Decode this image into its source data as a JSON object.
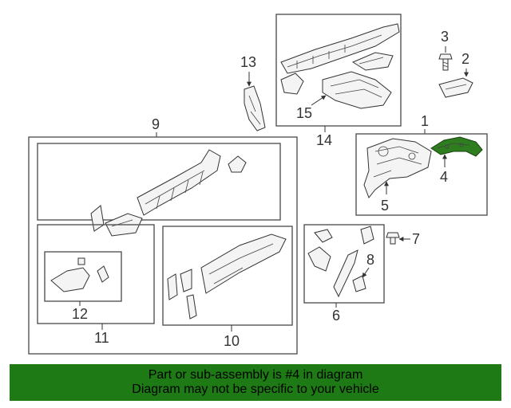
{
  "callouts": {
    "n1": "1",
    "n2": "2",
    "n3": "3",
    "n4": "4",
    "n5": "5",
    "n6": "6",
    "n7": "7",
    "n8": "8",
    "n9": "9",
    "n10": "10",
    "n11": "11",
    "n12": "12",
    "n13": "13",
    "n14": "14",
    "n15": "15"
  },
  "highlight_color": "#2e7d1e",
  "banner": {
    "line1": "Part or sub-assembly is #4 in diagram",
    "line2": "Diagram may not be specific to your vehicle",
    "background": "#1e7a14"
  }
}
